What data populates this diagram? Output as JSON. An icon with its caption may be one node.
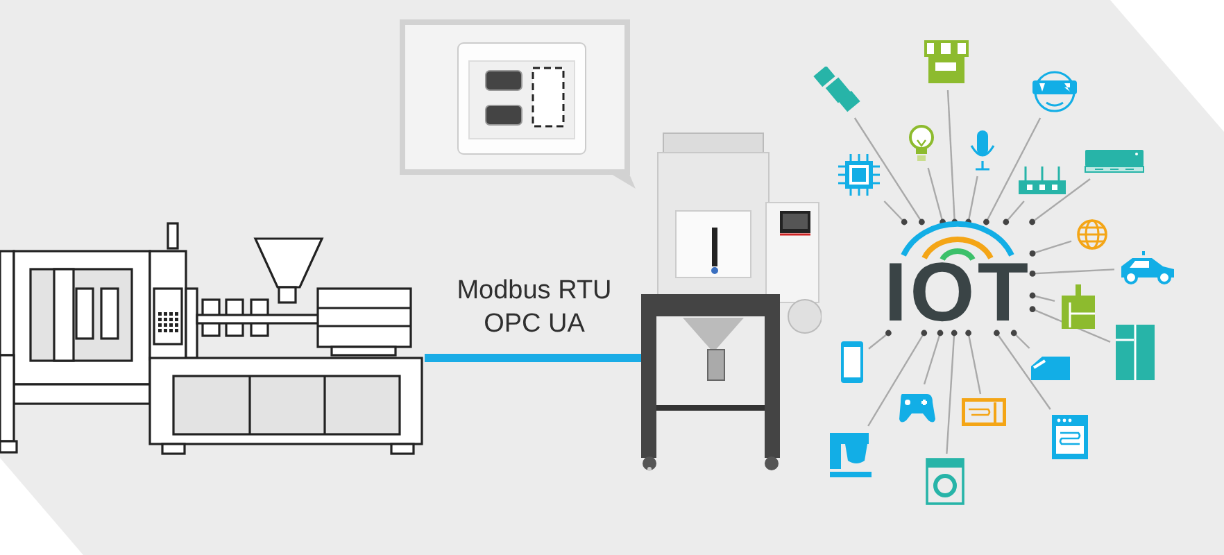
{
  "diagram": {
    "nodes": [
      {
        "text": [],
        "shape": "picture"
      },
      {
        "text": [],
        "shape": "picture"
      },
      {
        "text": [],
        "shape": "picture"
      },
      {
        "text": [
          "IOT"
        ]
      },
      {
        "text": [],
        "shape": "picture"
      },
      {
        "text": [],
        "shape": "picture"
      },
      {
        "text": [],
        "shape": "picture"
      },
      {
        "text": [],
        "shape": "picture"
      },
      {
        "text": [],
        "shape": "picture"
      },
      {
        "text": [],
        "shape": "picture"
      },
      {
        "text": [],
        "shape": "picture"
      },
      {
        "text": [],
        "shape": "picture"
      },
      {
        "text": [],
        "shape": "picture"
      },
      {
        "text": [],
        "shape": "picture"
      },
      {
        "text": [],
        "shape": "picture"
      },
      {
        "text": [],
        "shape": "picture"
      },
      {
        "text": [],
        "shape": "picture"
      },
      {
        "text": [],
        "shape": "picture"
      },
      {
        "text": [],
        "shape": "picture"
      },
      {
        "text": [],
        "shape": "picture"
      },
      {
        "text": [],
        "shape": "picture"
      },
      {
        "text": [],
        "shape": "picture"
      },
      {
        "text": [],
        "shape": "picture"
      }
    ],
    "edges": [
      {
        "from": 0,
        "to": 1,
        "arrow": "none",
        "label": "Modbus RTU OPC UA",
        "style": "thick",
        "color": "#1aace6"
      },
      {
        "from": 3,
        "to": 4,
        "arrow": "other"
      },
      {
        "from": 3,
        "to": 5,
        "arrow": "other"
      },
      {
        "from": 3,
        "to": 6,
        "arrow": "other"
      },
      {
        "from": 3,
        "to": 7,
        "arrow": "other"
      },
      {
        "from": 3,
        "to": 8,
        "arrow": "other"
      },
      {
        "from": 3,
        "to": 9,
        "arrow": "other"
      },
      {
        "from": 3,
        "to": 10,
        "arrow": "other"
      },
      {
        "from": 3,
        "to": 11,
        "arrow": "other"
      },
      {
        "from": 3,
        "to": 12,
        "arrow": "other"
      },
      {
        "from": 3,
        "to": 13,
        "arrow": "other"
      },
      {
        "from": 3,
        "to": 14,
        "arrow": "other"
      },
      {
        "from": 3,
        "to": 15,
        "arrow": "other"
      },
      {
        "from": 3,
        "to": 16,
        "arrow": "other"
      },
      {
        "from": 3,
        "to": 17,
        "arrow": "other"
      },
      {
        "from": 3,
        "to": 18,
        "arrow": "other"
      },
      {
        "from": 3,
        "to": 19,
        "arrow": "other"
      },
      {
        "from": 3,
        "to": 20,
        "arrow": "other"
      },
      {
        "from": 3,
        "to": 21,
        "arrow": "other"
      },
      {
        "from": 3,
        "to": 22,
        "arrow": "other"
      }
    ]
  }
}
